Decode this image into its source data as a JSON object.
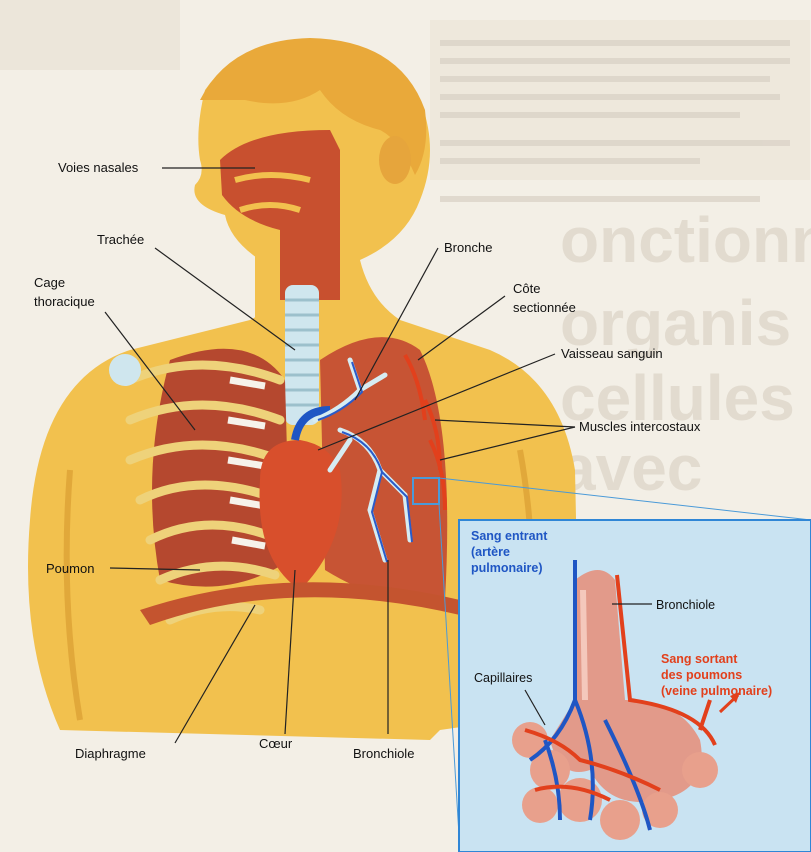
{
  "labels": {
    "voies_nasales": "Voies nasales",
    "trachee": "Trachée",
    "cage_1": "Cage",
    "cage_2": "thoracique",
    "bronche": "Bronche",
    "cote_1": "Côte",
    "cote_2": "sectionnée",
    "vaisseau": "Vaisseau sanguin",
    "muscles": "Muscles intercostaux",
    "poumon": "Poumon",
    "diaphragme": "Diaphragme",
    "coeur": "Cœur",
    "bronchiole": "Bronchiole"
  },
  "inset": {
    "sang_entrant_1": "Sang entrant",
    "sang_entrant_2": "(artère",
    "sang_entrant_3": "pulmonaire)",
    "bronchiole": "Bronchiole",
    "capillaires": "Capillaires",
    "sang_sortant_1": "Sang sortant",
    "sang_sortant_2": "des poumons",
    "sang_sortant_3": "(veine pulmonaire)"
  },
  "colors": {
    "skin": "#f2c14e",
    "lung": "#b5482f",
    "artery_blue": "#1f56c4",
    "vein_red": "#e2401c",
    "inset_bg": "#c9e3f2",
    "inset_border": "#2f86d6"
  }
}
